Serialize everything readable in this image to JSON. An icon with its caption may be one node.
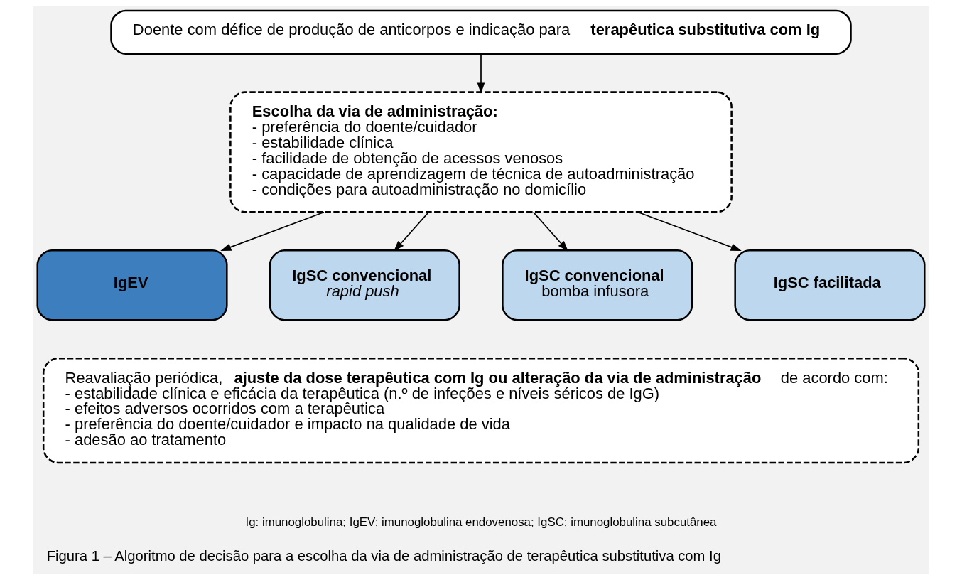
{
  "diagram": {
    "caption": "Figura 1 – Algoritmo de decisão para a escolha da via de administração de terapêutica substitutiva com Ig",
    "nodes": [
      {
        "text": [
          "Doente com défice de produção de anticorpos e indicação para **terapêutica substitutiva com Ig**"
        ]
      },
      {
        "text": [
          "Escolha da via de administração:",
          "- preferência do doente/cuidador",
          "- estabilidade clínica",
          "- facilidade de obtenção de acessos venosos",
          "- capacidade de aprendizagem de técnica de autoadministração",
          "- condições para autoadministração no domicílio"
        ]
      },
      {
        "text": [
          "IgEV"
        ]
      },
      {
        "text": [
          "IgSC convencional",
          "rapid push"
        ]
      },
      {
        "text": [
          "IgSC convencional",
          "bomba infusora"
        ]
      },
      {
        "text": [
          "IgSC facilitada"
        ]
      },
      {
        "text": [
          "Reavaliação periódica, **ajuste da dose terapêutica com Ig ou alteração da via de administração** de acordo com:",
          "- estabilidade clínica e eficácia da terapêutica (n.º de infeções e níveis séricos de IgG)",
          "- efeitos adversos ocorridos com a terapêutica",
          "- preferência do doente/cuidador e impacto na qualidade de vida",
          "- adesão ao tratamento"
        ]
      }
    ],
    "edges": [
      {
        "from": 0,
        "to": 1,
        "arrow": "to"
      },
      {
        "from": 1,
        "to": 2,
        "arrow": "to"
      },
      {
        "from": 1,
        "to": 3,
        "arrow": "to"
      },
      {
        "from": 1,
        "to": 4,
        "arrow": "to"
      },
      {
        "from": 1,
        "to": 5,
        "arrow": "to"
      }
    ],
    "labels": [
      "Ig: imunoglobulina; IgEV; imunoglobulina endovenosa; IgSC; imunoglobulina subcutânea"
    ]
  }
}
